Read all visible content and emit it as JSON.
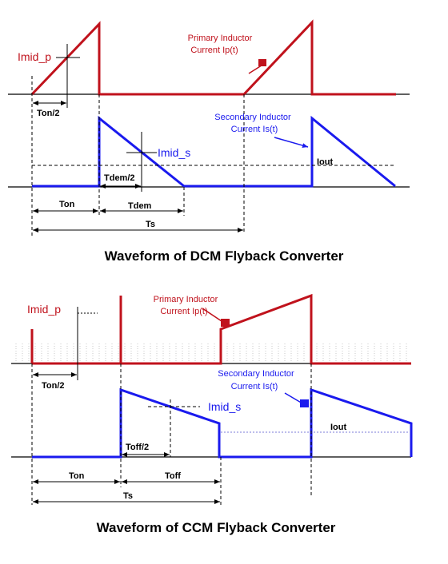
{
  "dcm": {
    "title": "Waveform of DCM Flyback Converter",
    "imid_p": "Imid_p",
    "primary_label": [
      "Primary Inductor",
      "Current Ip(t)"
    ],
    "secondary_label": [
      "Secondary Inductor",
      "Current Is(t)"
    ],
    "imid_s": "Imid_s",
    "iout": "Iout",
    "ton_half": "Ton/2",
    "tdem_half": "Tdem/2",
    "ton": "Ton",
    "tdem": "Tdem",
    "ts": "Ts"
  },
  "ccm": {
    "title": "Waveform of CCM Flyback Converter",
    "imid_p": "Imid_p",
    "primary_label": [
      "Primary Inductor",
      "Current Ip(t)"
    ],
    "secondary_label": [
      "Secondary Inductor",
      "Current Is(t)"
    ],
    "imid_s": "Imid_s",
    "iout": "Iout",
    "ton_half": "Ton/2",
    "toff_half": "Toff/2",
    "ton": "Ton",
    "toff": "Toff",
    "ts": "Ts"
  },
  "colors": {
    "primary": "#c0121c",
    "secondary": "#1a1aee",
    "axis": "#000000"
  }
}
